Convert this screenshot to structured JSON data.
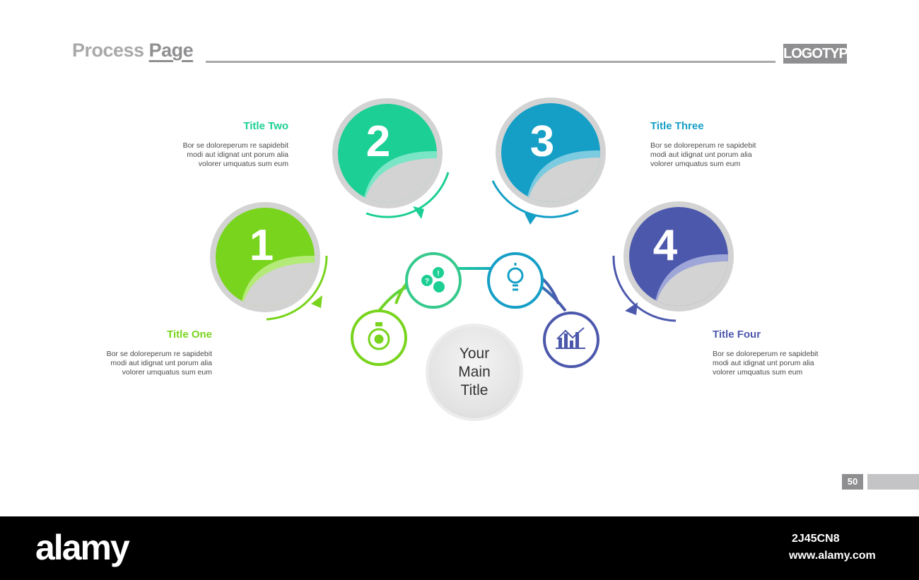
{
  "header": {
    "title_light": "Process",
    "title_strong": "Page",
    "logo": "LOGOTYPE"
  },
  "steps": [
    {
      "number": "1",
      "title": "Title One",
      "body": [
        "Bor se doloreperum re sapidebit",
        "modi aut idignat unt porum alia",
        "volorer umquatus sum eum"
      ],
      "color": "#78d41c",
      "fold": "#b4ea78",
      "icon": "stopwatch-gear-icon"
    },
    {
      "number": "2",
      "title": "Title Two",
      "body": [
        "Bor se doloreperum re sapidebit",
        "modi aut idignat unt porum alia",
        "volorer umquatus sum eum"
      ],
      "color": "#1ccf94",
      "fold": "#7ae6c6",
      "icon": "chat-bubbles-icon"
    },
    {
      "number": "3",
      "title": "Title Three",
      "body": [
        "Bor se doloreperum re sapidebit",
        "modi aut idignat unt porum alia",
        "volorer umquatus sum eum"
      ],
      "color": "#159fc6",
      "fold": "#7ccbe0",
      "icon": "light-bulb-icon"
    },
    {
      "number": "4",
      "title": "Title Four",
      "body": [
        "Bor se doloreperum re sapidebit",
        "modi aut idignat unt porum alia",
        "volorer umquatus sum eum"
      ],
      "color": "#4c58ac",
      "fold": "#9ea6d8",
      "icon": "bar-chart-icon"
    }
  ],
  "center": {
    "title": "Your Main Title"
  },
  "page_number": "50",
  "footer": {
    "brand": "alamy",
    "image_id": "2J45CN8",
    "url": "www.alamy.com"
  }
}
